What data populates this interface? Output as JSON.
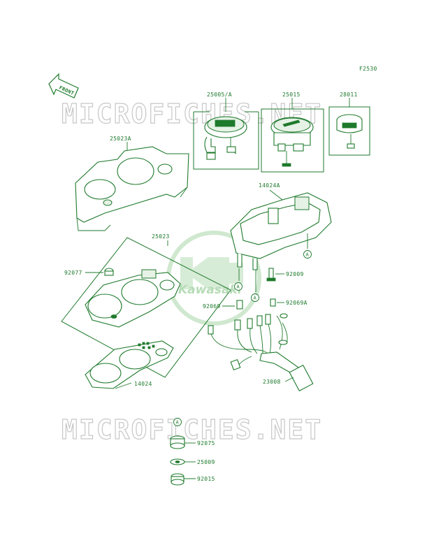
{
  "figure_code": "F2530",
  "front_label": "FRONT",
  "watermark": {
    "site": "MICROFICHES.NET",
    "brand": "Kawasaki"
  },
  "ref_marker": "A",
  "parts": [
    {
      "id": "25005A",
      "label": "25005/A"
    },
    {
      "id": "25015",
      "label": "25015"
    },
    {
      "id": "28011",
      "label": "28011"
    },
    {
      "id": "25023A",
      "label": "25023A"
    },
    {
      "id": "14024A",
      "label": "14024A"
    },
    {
      "id": "25023",
      "label": "25023"
    },
    {
      "id": "92077",
      "label": "92077"
    },
    {
      "id": "92009",
      "label": "92009"
    },
    {
      "id": "92069",
      "label": "92069"
    },
    {
      "id": "92069A",
      "label": "92069A"
    },
    {
      "id": "14024",
      "label": "14024"
    },
    {
      "id": "23008",
      "label": "23008"
    },
    {
      "id": "92075",
      "label": "92075"
    },
    {
      "id": "25009",
      "label": "25009"
    },
    {
      "id": "92015",
      "label": "92015"
    }
  ],
  "colors": {
    "line": "#1e7a2c",
    "watermark": "#c7c7c7",
    "logo": "#b7dcb7"
  }
}
